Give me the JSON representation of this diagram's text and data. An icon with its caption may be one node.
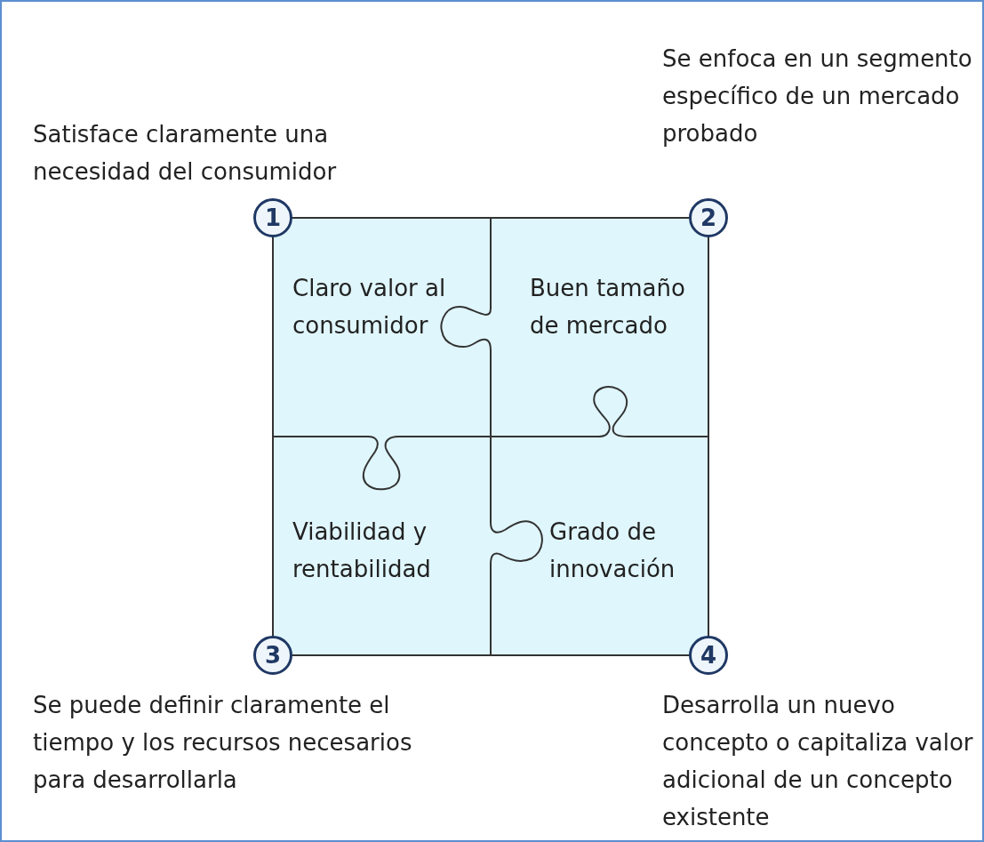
{
  "diagram": {
    "nodes": [
      {
        "text": [
          "Claro valor al consumidor"
        ]
      },
      {
        "text": [
          "Buen tamaño de mercado"
        ]
      },
      {
        "text": [
          "Viabilidad y rentabilidad"
        ]
      },
      {
        "text": [
          "Grado de innovación"
        ]
      },
      {
        "text": [
          "1"
        ],
        "beside": [
          "Satisface claramente una necesidad del consumidor"
        ]
      },
      {
        "text": [
          "2"
        ],
        "beside": [
          "Se enfoca en un segmento específico de un mercado probado"
        ]
      },
      {
        "text": [
          "3"
        ],
        "beside": [
          "Se puede definir claramente el tiempo y los recursos necesarios para desarrollarla"
        ]
      },
      {
        "text": [
          "4"
        ],
        "beside": [
          "Desarrolla un nuevo concepto o capitaliza valor adicional de un concepto existente"
        ]
      }
    ]
  }
}
